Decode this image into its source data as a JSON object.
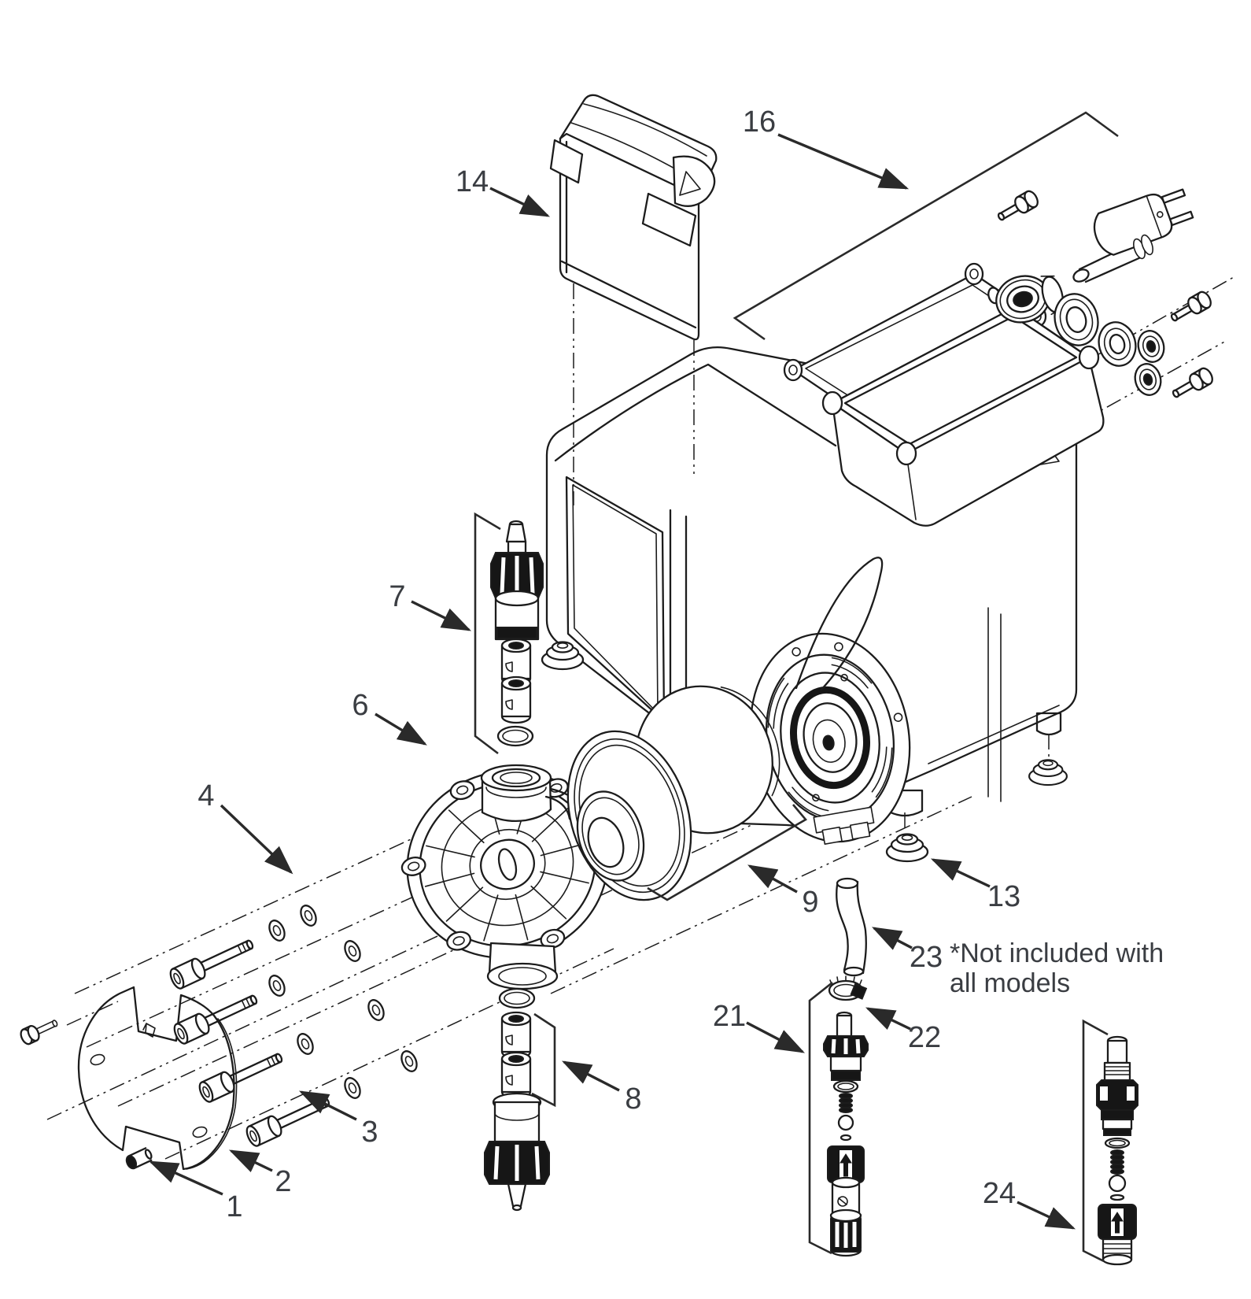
{
  "diagram": {
    "type": "exploded-parts-diagram",
    "note": {
      "line1": "*Not included with",
      "line2": "all models"
    },
    "callouts": [
      {
        "id": "1",
        "label": "1"
      },
      {
        "id": "2",
        "label": "2"
      },
      {
        "id": "3",
        "label": "3"
      },
      {
        "id": "4",
        "label": "4"
      },
      {
        "id": "6",
        "label": "6"
      },
      {
        "id": "7",
        "label": "7"
      },
      {
        "id": "8",
        "label": "8"
      },
      {
        "id": "9",
        "label": "9"
      },
      {
        "id": "13",
        "label": "13"
      },
      {
        "id": "14",
        "label": "14"
      },
      {
        "id": "16",
        "label": "16"
      },
      {
        "id": "21",
        "label": "21"
      },
      {
        "id": "22",
        "label": "22"
      },
      {
        "id": "23",
        "label": "23"
      },
      {
        "id": "24",
        "label": "24"
      }
    ],
    "colors": {
      "line": "#1c1c1c",
      "label": "#3a3d42",
      "background": "#ffffff"
    }
  }
}
